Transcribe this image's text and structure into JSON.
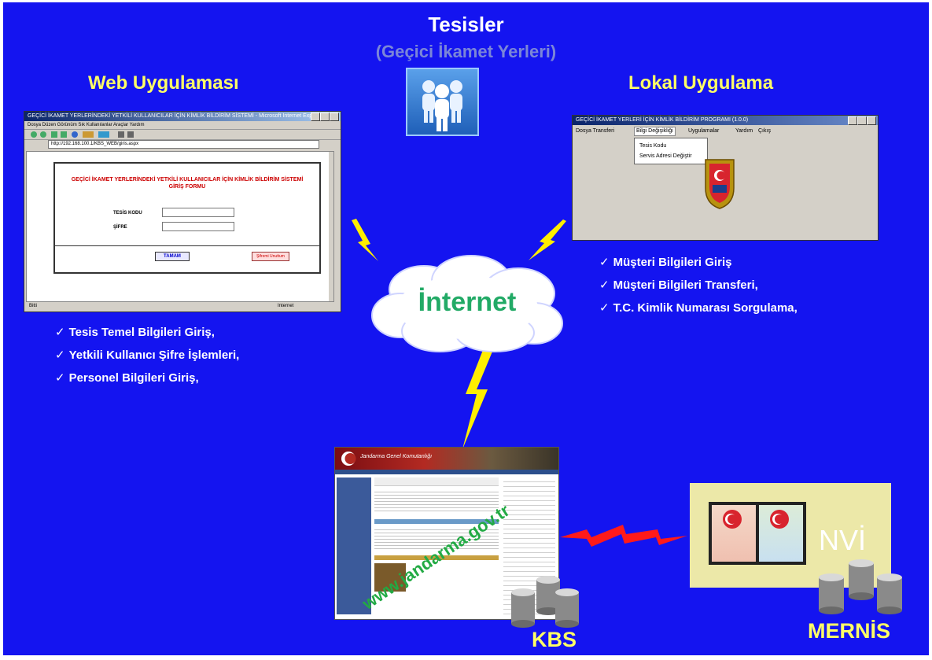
{
  "title": "Tesisler",
  "subtitle": "(Geçici İkamet Yerleri)",
  "left": {
    "heading": "Web Uygulaması",
    "items": [
      "Tesis Temel Bilgileri Giriş,",
      "Yetkili Kullanıcı Şifre İşlemleri,",
      "Personel Bilgileri Giriş,"
    ],
    "window": {
      "title": "GEÇİCİ İKAMET YERLERİNDEKİ YETKİLİ KULLANICILAR İÇİN KİMLİK BİLDİRİM SİSTEMİ - Microsoft Internet Explorer",
      "menu": "Dosya  Düzen  Görünüm  Sık Kullanılanlar  Araçlar  Yardım",
      "address": "http://192.168.100.1/KBS_WEB/giris.aspx",
      "form_title": "GEÇİCİ İKAMET YERLERİNDEKİ YETKİLİ KULLANICILAR İÇİN KİMLİK BİLDİRİM SİSTEMİ  GİRİŞ FORMU",
      "field1": "TESİS KODU",
      "field2": "ŞİFRE",
      "btn_ok": "TAMAM",
      "btn_reset": "Şifremi Unuttum",
      "status_left": "Bitti",
      "status_right": "Internet"
    }
  },
  "right": {
    "heading": "Lokal Uygulama",
    "items": [
      "Müşteri Bilgileri Giriş",
      "Müşteri Bilgileri Transferi,",
      "T.C. Kimlik Numarası Sorgulama,"
    ],
    "window": {
      "title": "GEÇİCİ İKAMET YERLERİ İÇİN KİMLİK BİLDİRİM PROGRAMI (1.0.0)",
      "menu": [
        "Dosya Transferi",
        "Bilgi Değişikliği",
        "Uygulamalar",
        "Yardım",
        "Çıkış"
      ],
      "dropdown": [
        "Tesis Kodu",
        "Servis Adresi Değiştir"
      ]
    }
  },
  "center": {
    "cloud_label": "İnternet"
  },
  "bottom": {
    "site_watermark": "www.jandarma.gov.tr",
    "site_header": "Jandarma Genel Komutanlığı",
    "kbs_label": "KBS",
    "nvi_label": "NVİ",
    "mernis_label": "MERNİS"
  },
  "colors": {
    "background": "#1414f0",
    "heading": "#ffff66",
    "text": "#ffffff",
    "cloud_text": "#22aa66",
    "bolt": "#ffee00",
    "red_bolt": "#ff1a1a",
    "nvi_box": "#ece8a8"
  }
}
